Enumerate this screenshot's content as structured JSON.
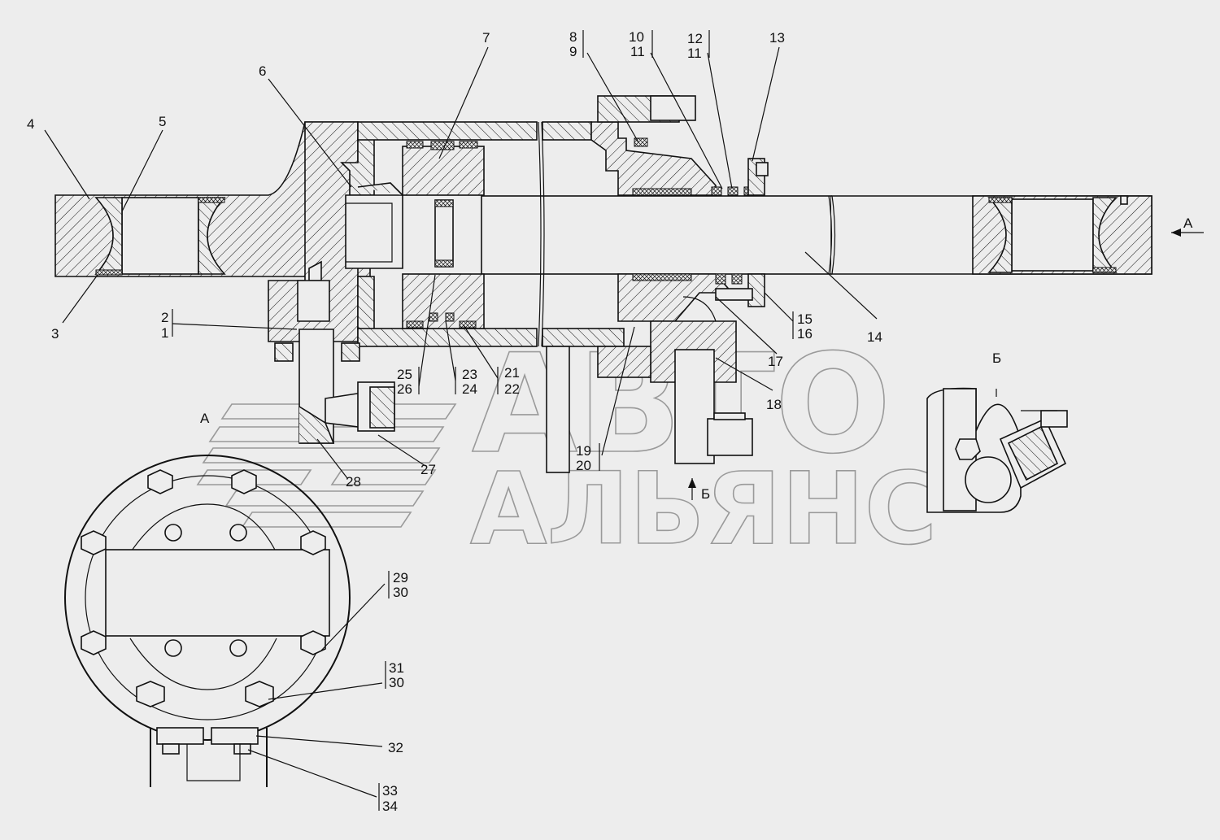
{
  "view_markers": {
    "a_right": "А",
    "a_left": "А",
    "b_top": "Б",
    "b_arrow": "Б"
  },
  "watermark": {
    "line1": "АВТО",
    "line2": "АЛЬЯНС"
  },
  "callouts": {
    "c1": "1",
    "c2": "2",
    "c3": "3",
    "c4": "4",
    "c5": "5",
    "c6": "6",
    "c7": "7",
    "c8": "8",
    "c9": "9",
    "c10": "10",
    "c11a": "11",
    "c11b": "11",
    "c12": "12",
    "c13": "13",
    "c14": "14",
    "c15": "15",
    "c16": "16",
    "c17": "17",
    "c18": "18",
    "c19": "19",
    "c20": "20",
    "c21": "21",
    "c22": "22",
    "c23": "23",
    "c24": "24",
    "c25": "25",
    "c26": "26",
    "c27": "27",
    "c28": "28",
    "c29": "29",
    "c30a": "30",
    "c31": "31",
    "c30b": "30",
    "c32": "32",
    "c33": "33",
    "c34": "34"
  }
}
